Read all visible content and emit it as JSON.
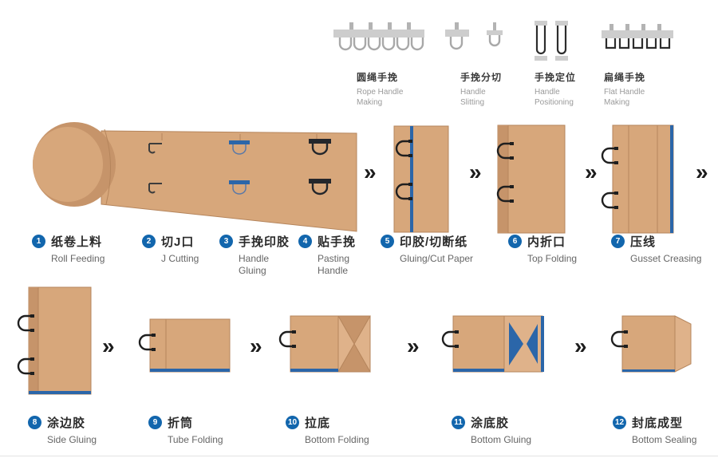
{
  "arrow": "»",
  "machines": [
    {
      "zh": "圆绳手挽",
      "en1": "Rope Handle",
      "en2": "Making"
    },
    {
      "zh": "手挽分切",
      "en1": "Handle",
      "en2": "Slitting"
    },
    {
      "zh": "手挽定位",
      "en1": "Handle",
      "en2": "Positioning"
    },
    {
      "zh": "扁绳手挽",
      "en1": "Flat Handle",
      "en2": "Making"
    }
  ],
  "steps": [
    {
      "num": "1",
      "zh": "纸卷上料",
      "en": "Roll Feeding"
    },
    {
      "num": "2",
      "zh": "切J口",
      "en": "J Cutting"
    },
    {
      "num": "3",
      "zh": "手挽印胶",
      "en": "Handle Gluing"
    },
    {
      "num": "4",
      "zh": "贴手挽",
      "en": "Pasting Handle"
    },
    {
      "num": "5",
      "zh": "印胶/切断纸",
      "en": "Gluing/Cut Paper"
    },
    {
      "num": "6",
      "zh": "内折口",
      "en": "Top Folding"
    },
    {
      "num": "7",
      "zh": "压线",
      "en": "Gusset Creasing"
    },
    {
      "num": "8",
      "zh": "涂边胶",
      "en": "Side Gluing"
    },
    {
      "num": "9",
      "zh": "折筒",
      "en": "Tube Folding"
    },
    {
      "num": "10",
      "zh": "拉底",
      "en": "Bottom Folding"
    },
    {
      "num": "11",
      "zh": "涂底胶",
      "en": "Bottom Gluing"
    },
    {
      "num": "12",
      "zh": "封底成型",
      "en": "Bottom Sealing"
    }
  ],
  "colors": {
    "kraft": "#d7a77b",
    "kraft_light": "#dfb28a",
    "kraft_dark": "#c6946a",
    "edge": "#b5855c",
    "blue": "#2b66a9",
    "badge": "#1266ad",
    "text_dark": "#2b2b2b",
    "text_gray": "#666666"
  }
}
